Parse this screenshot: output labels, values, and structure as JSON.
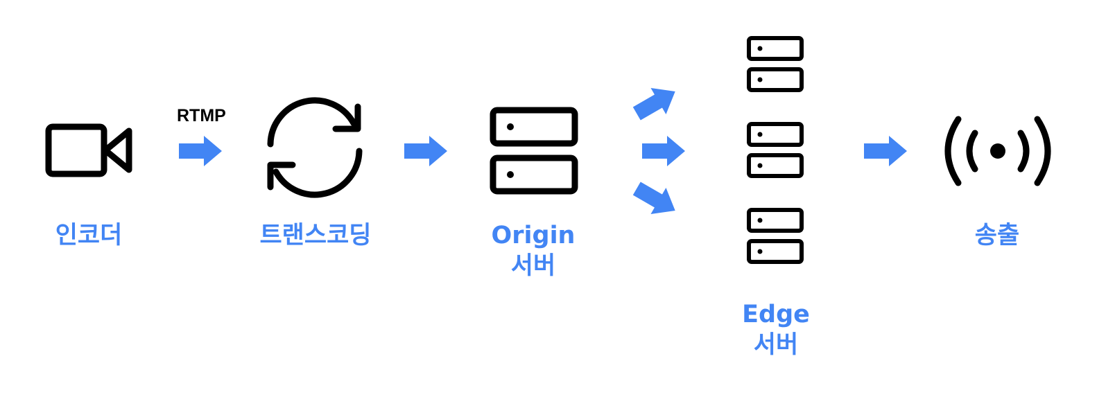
{
  "colors": {
    "accent": "#4285f4",
    "icon": "#000000"
  },
  "connector_label": "RTMP",
  "nodes": [
    {
      "id": "encoder",
      "icon": "video-camera-icon",
      "label": [
        "인코더"
      ]
    },
    {
      "id": "transcoding",
      "icon": "sync-icon",
      "label": [
        "트랜스코딩"
      ]
    },
    {
      "id": "origin",
      "icon": "server-icon",
      "label": [
        "Origin",
        "서버"
      ]
    },
    {
      "id": "edge",
      "icon": "server-stack-icon",
      "label": [
        "Edge",
        "서버"
      ]
    },
    {
      "id": "broadcast",
      "icon": "broadcast-icon",
      "label": [
        "송출"
      ]
    }
  ]
}
